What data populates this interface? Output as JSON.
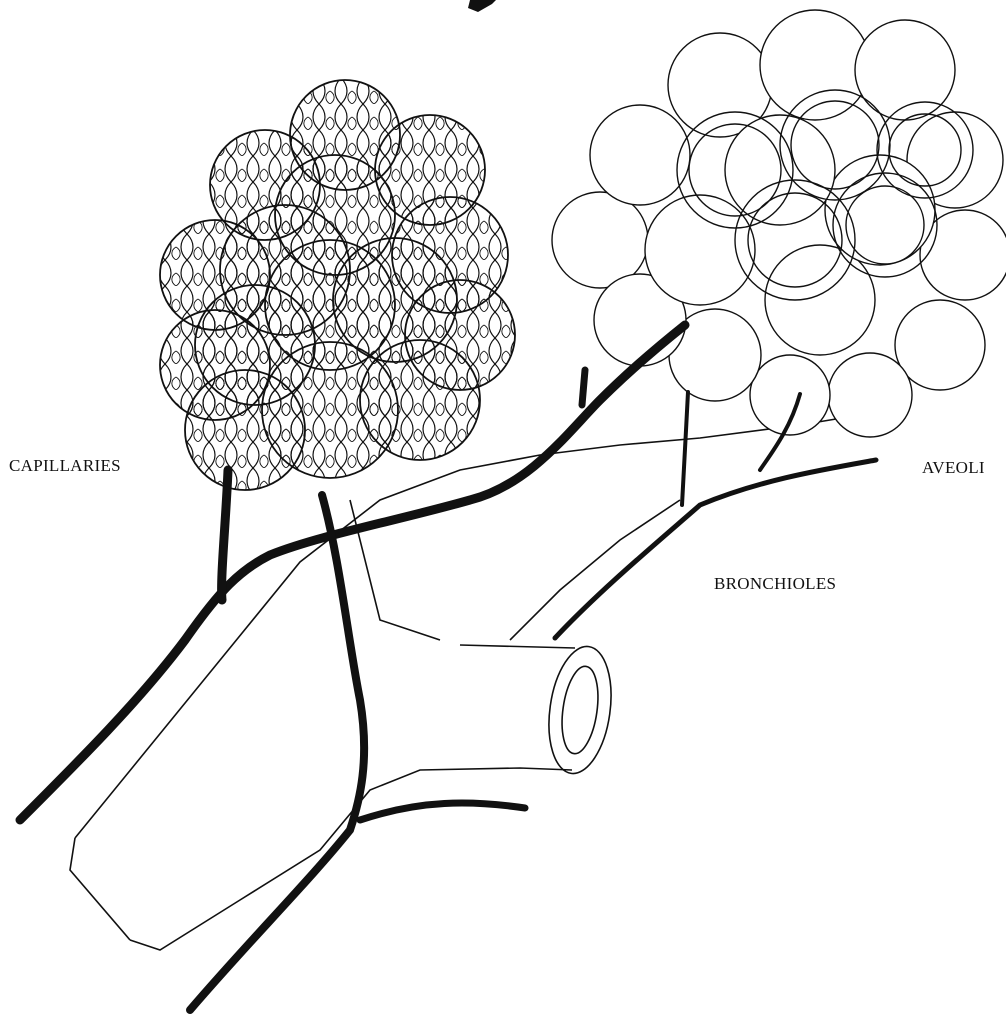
{
  "labels": {
    "capillaries": "CAPILLARIES",
    "aveoli": "AVEOLI",
    "bronchioles": "BRONCHIOLES"
  },
  "colors": {
    "ink": "#111111",
    "paper": "#ffffff"
  },
  "icons": {
    "capillary_cluster": "capillary-network-grape-cluster",
    "alveolar_sac": "alveolar-sac-with-cut-alveoli",
    "bronchiole_tube": "cut-bronchiole-tube",
    "blood_vessels": "branching-blood-vessels"
  }
}
